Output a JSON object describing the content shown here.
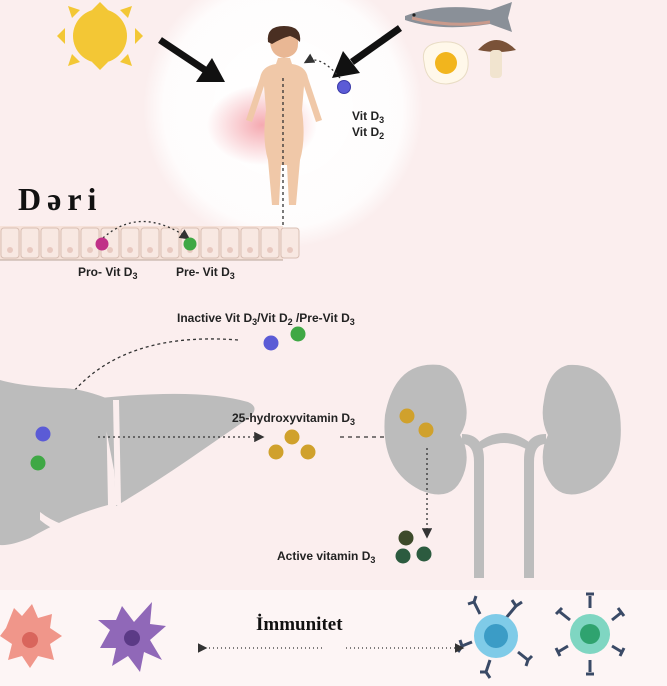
{
  "title": "Dəri",
  "labels": {
    "skin_vit_d3": "Vit D",
    "skin_vit_d3_sub": "3",
    "skin_vit_d2": "Vit D",
    "skin_vit_d2_sub": "2",
    "pro_vit": "Pro- Vit D",
    "pro_vit_sub": "3",
    "pre_vit": "Pre- Vit D",
    "pre_vit_sub": "3",
    "inactive_a": "Inactive Vit D",
    "inactive_a_sub": "3",
    "inactive_b": "/Vit D",
    "inactive_b_sub": "2",
    "inactive_c": " /Pre-Vit D",
    "inactive_c_sub": "3",
    "hydroxy": "25-hydroxyvitamin D",
    "hydroxy_sub": "3",
    "active": "Active vitamin D",
    "active_sub": "3",
    "immunity": "İmmunitet"
  },
  "colors": {
    "background": "#fbeeee",
    "organ_gray": "#bcbcbc",
    "vit_d_blue": "#5b5bd6",
    "pre_vit_green": "#3fa845",
    "pro_vit_magenta": "#c03088",
    "hydroxy_gold": "#d0a12c",
    "active_dark_green": "#2c5b3f",
    "sun": "#f3c735"
  },
  "icons": [
    "sun-icon",
    "fish-icon",
    "egg-icon",
    "mushroom-icon",
    "human-figure",
    "liver-icon",
    "kidney-icon",
    "immune-cell-icon"
  ]
}
